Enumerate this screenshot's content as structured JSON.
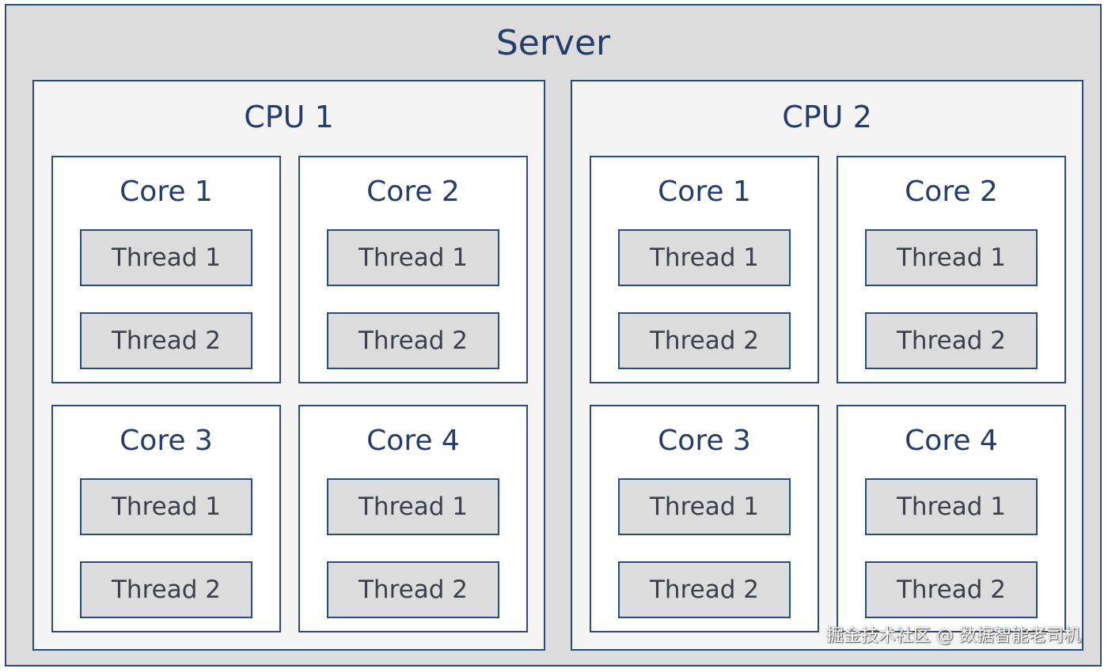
{
  "server": {
    "title": "Server",
    "cpus": [
      {
        "title": "CPU 1",
        "cores": [
          {
            "title": "Core 1",
            "threads": [
              "Thread 1",
              "Thread 2"
            ]
          },
          {
            "title": "Core 2",
            "threads": [
              "Thread 1",
              "Thread 2"
            ]
          },
          {
            "title": "Core 3",
            "threads": [
              "Thread 1",
              "Thread 2"
            ]
          },
          {
            "title": "Core 4",
            "threads": [
              "Thread 1",
              "Thread 2"
            ]
          }
        ]
      },
      {
        "title": "CPU 2",
        "cores": [
          {
            "title": "Core 1",
            "threads": [
              "Thread 1",
              "Thread 2"
            ]
          },
          {
            "title": "Core 2",
            "threads": [
              "Thread 1",
              "Thread 2"
            ]
          },
          {
            "title": "Core 3",
            "threads": [
              "Thread 1",
              "Thread 2"
            ]
          },
          {
            "title": "Core 4",
            "threads": [
              "Thread 1",
              "Thread 2"
            ]
          }
        ]
      }
    ]
  },
  "watermark": "掘金技术社区 @ 数据智能老司机",
  "colors": {
    "border": "#2b4a7e",
    "title_text": "#243d6b",
    "server_fill": "#dcdcdc",
    "cpu_fill": "#f4f4f4",
    "core_fill": "#ffffff",
    "thread_fill": "#dcdcdc"
  }
}
